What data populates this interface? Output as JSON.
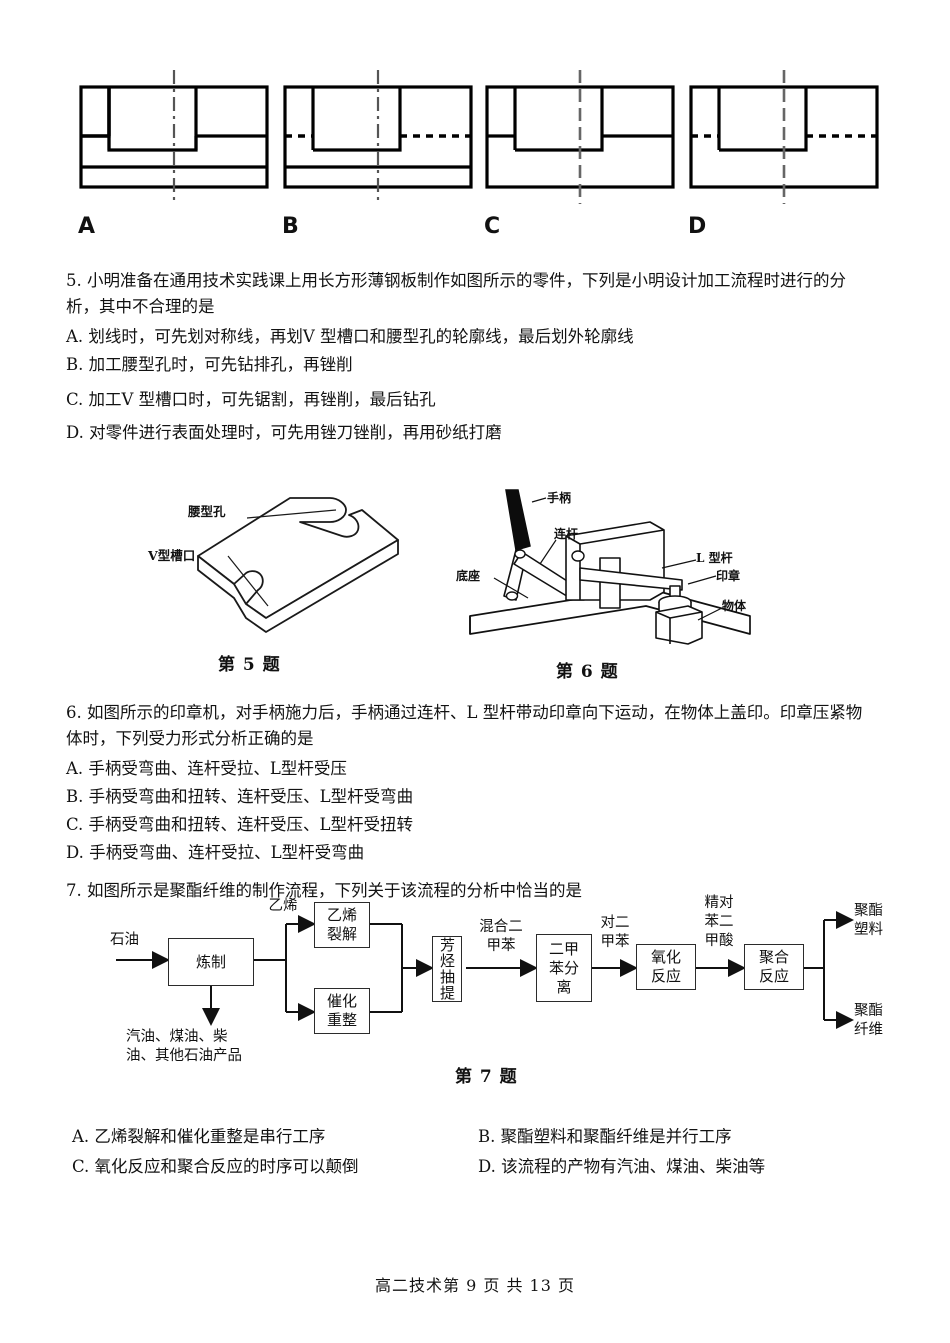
{
  "top_views": {
    "options": [
      {
        "letter": "A",
        "desc": "front-view-with-hidden-slot-solid-lines"
      },
      {
        "letter": "B",
        "desc": "front-view-with-dashed-midline-and-lower-band"
      },
      {
        "letter": "C",
        "desc": "front-view-with-solid-shoulder-no-lower-band"
      },
      {
        "letter": "D",
        "desc": "front-view-with-dashed-shoulder-no-lower-band"
      }
    ]
  },
  "q5": {
    "stem": "5. 小明准备在通用技术实践课上用长方形薄钢板制作如图所示的零件，下列是小明设计加工流程时进行的分析，其中不合理的是",
    "options": [
      "A. 划线时，可先划对称线，再划V 型槽口和腰型孔的轮廓线，最后划外轮廓线",
      "B. 加工腰型孔时，可先钻排孔，再锉削",
      "C. 加工V 型槽口时，可先锯割，再锉削，最后钻孔",
      "D. 对零件进行表面处理时，可先用锉刀锉削，再用砂纸打磨"
    ],
    "figure": {
      "caption": "第 5 题",
      "annotations": [
        {
          "name": "waist-hole-label",
          "text": "腰型孔"
        },
        {
          "name": "v-notch-label",
          "text": "V型槽口"
        }
      ]
    }
  },
  "q6": {
    "stem": "6. 如图所示的印章机，对手柄施力后，手柄通过连杆、L 型杆带动印章向下运动，在物体上盖印。印章压紧物体时，下列受力形式分析正确的是",
    "options": [
      "A. 手柄受弯曲、连杆受拉、L型杆受压",
      "B. 手柄受弯曲和扭转、连杆受压、L型杆受弯曲",
      "C. 手柄受弯曲和扭转、连杆受压、L型杆受扭转",
      "D. 手柄受弯曲、连杆受拉、L型杆受弯曲"
    ],
    "figure": {
      "caption": "第 6 题",
      "annotations": [
        {
          "name": "handle-label",
          "text": "手柄"
        },
        {
          "name": "connecting-rod-label",
          "text": "连杆"
        },
        {
          "name": "base-label",
          "text": "底座"
        },
        {
          "name": "l-rod-label",
          "text": "L 型杆"
        },
        {
          "name": "stamp-label",
          "text": "印章"
        },
        {
          "name": "object-label",
          "text": "物体"
        }
      ]
    }
  },
  "q7": {
    "stem": "7. 如图所示是聚酯纤维的制作流程，下列关于该流程的分析中恰当的是",
    "options": [
      "A. 乙烯裂解和催化重整是串行工序",
      "B. 聚酯塑料和聚酯纤维是并行工序",
      "C. 氧化反应和聚合反应的时序可以颠倒",
      "D. 该流程的产物有汽油、煤油、柴油等"
    ],
    "figure": {
      "caption": "第 7 题"
    },
    "chart_data": {
      "type": "diagram",
      "title": "聚酯纤维的制作流程",
      "nodes": [
        {
          "id": "n1",
          "label": "炼制"
        },
        {
          "id": "n2",
          "label": "乙烯\n裂解"
        },
        {
          "id": "n3",
          "label": "催化\n重整"
        },
        {
          "id": "n4",
          "label": "芳烃抽提"
        },
        {
          "id": "n5",
          "label": "二甲苯分离"
        },
        {
          "id": "n6",
          "label": "氧化\n反应"
        },
        {
          "id": "n7",
          "label": "聚合\n反应"
        }
      ],
      "inputs": [
        {
          "id": "i1",
          "label": "石油"
        }
      ],
      "outputs": [
        {
          "id": "o1",
          "label": "汽油、煤油、柴\n油、其他石油产品"
        },
        {
          "id": "o2",
          "label": "聚酯\n塑料"
        },
        {
          "id": "o3",
          "label": "聚酯\n纤维"
        }
      ],
      "edge_labels": [
        {
          "id": "e1",
          "label": "乙烯"
        },
        {
          "id": "e2",
          "label": "混合二\n甲苯"
        },
        {
          "id": "e3",
          "label": "对二\n甲苯"
        },
        {
          "id": "e4",
          "label": "精对\n苯二\n甲酸"
        }
      ],
      "edges": [
        {
          "from": "i1",
          "to": "n1"
        },
        {
          "from": "n1",
          "to": "o1"
        },
        {
          "from": "n1",
          "to": "n2",
          "label": "乙烯"
        },
        {
          "from": "n1",
          "to": "n3"
        },
        {
          "from": "n2",
          "to": "n4"
        },
        {
          "from": "n3",
          "to": "n4"
        },
        {
          "from": "n4",
          "to": "n5",
          "label": "混合二甲苯"
        },
        {
          "from": "n5",
          "to": "n6",
          "label": "对二甲苯"
        },
        {
          "from": "n6",
          "to": "n7",
          "label": "精对苯二甲酸"
        },
        {
          "from": "n7",
          "to": "o2"
        },
        {
          "from": "n7",
          "to": "o3"
        }
      ]
    }
  },
  "footer": {
    "text": "高二技术第 9 页 共 13 页"
  }
}
